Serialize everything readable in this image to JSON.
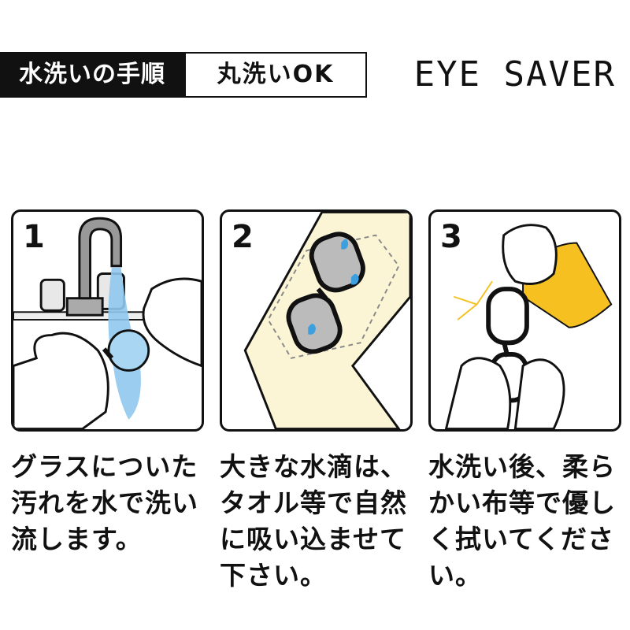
{
  "header": {
    "title": "水洗いの手順",
    "badge": "丸洗いOK",
    "brand": "EYE SAVER"
  },
  "steps": [
    {
      "number": "1",
      "caption_lines": [
        "グラスについた",
        "汚れを水で洗い",
        "流します。"
      ],
      "icon": "faucet-washing-glasses"
    },
    {
      "number": "2",
      "caption_lines": [
        "大きな水滴は、",
        "タオル等で自然",
        "に吸い込ませて",
        "下さい。"
      ],
      "icon": "towel-drying-glasses"
    },
    {
      "number": "3",
      "caption_lines": [
        "水洗い後、柔ら",
        "かい布等で優し",
        "く拭いてくださ",
        "い。"
      ],
      "icon": "cloth-wiping-glasses"
    }
  ],
  "colors": {
    "water": "#8fc8ee",
    "towel": "#fbf5d6",
    "cloth": "#f5c020",
    "ink": "#111111"
  }
}
